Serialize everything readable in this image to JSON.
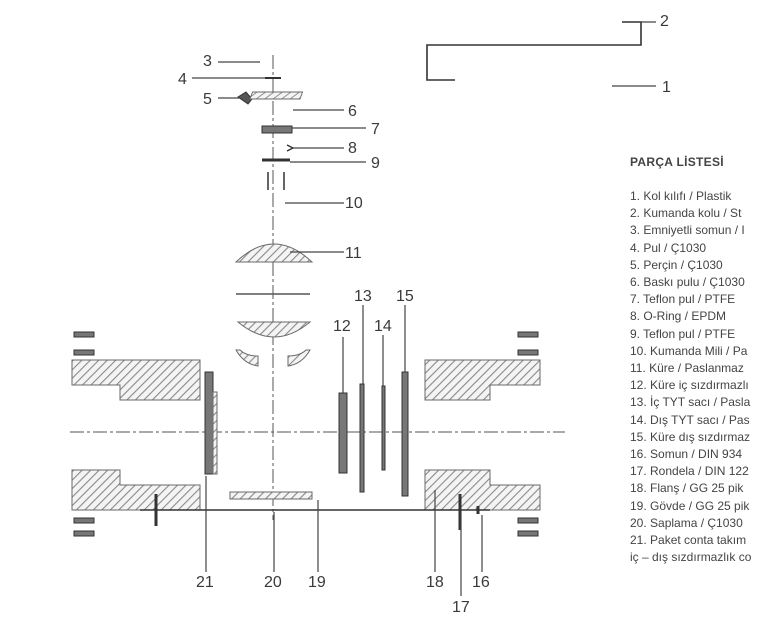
{
  "parts_list": {
    "title": "PARÇA LİSTESİ",
    "items": [
      "1. Kol kılıfı / Plastik",
      "2. Kumanda kolu / St",
      "3. Emniyetli somun / I",
      "4. Pul / Ç1030",
      "5. Perçin / Ç1030",
      "6. Baskı pulu / Ç1030",
      "7. Teflon pul / PTFE",
      "8. O-Ring / EPDM",
      "9. Teflon pul / PTFE",
      "10. Kumanda Mili / Pa",
      "11. Küre / Paslanmaz",
      "12. Küre iç sızdırmazlı",
      "13. İç TYT sacı / Pasla",
      "14. Dış TYT sacı / Pas",
      "15. Küre dış sızdırmaz",
      "16. Somun / DIN 934",
      "17. Rondela / DIN 122",
      "18. Flanş / GG 25 pik",
      "19. Gövde / GG 25 pik",
      "20. Saplama / Ç1030",
      "21. Paket conta takım",
      "iç – dış sızdırmazlık co"
    ]
  },
  "callouts": [
    "1",
    "2",
    "3",
    "4",
    "5",
    "6",
    "7",
    "8",
    "9",
    "10",
    "11",
    "12",
    "13",
    "14",
    "15",
    "16",
    "17",
    "18",
    "19",
    "20",
    "21"
  ]
}
